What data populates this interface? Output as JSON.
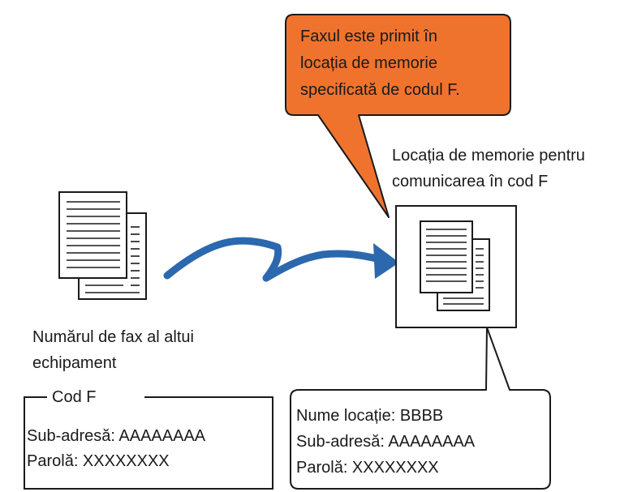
{
  "callout_orange": {
    "lines": [
      "Faxul este primit în",
      "locația de memorie",
      "specificată de codul F."
    ],
    "fill_color": "#f0732d"
  },
  "memory_location": {
    "title_lines": [
      "Locația de memorie pentru",
      "comunicarea în cod F"
    ]
  },
  "sender": {
    "label_lines": [
      "Numărul de fax al altui",
      "echipament"
    ]
  },
  "code_f_box": {
    "legend": "Cod F",
    "lines": [
      "Sub-adresă: AAAAAAAA",
      "Parolă: XXXXXXXX"
    ]
  },
  "location_callout": {
    "lines": [
      "Nume locație: BBBB",
      "Sub-adresă: AAAAAAAA",
      "Parolă: XXXXXXXX"
    ]
  },
  "colors": {
    "arrow": "#2c68ae",
    "outline": "#1a1a1a"
  },
  "icons": {
    "sender_document": "document-stack-icon",
    "memory_document": "document-stack-icon",
    "transfer_arrow": "curved-arrow-icon"
  }
}
